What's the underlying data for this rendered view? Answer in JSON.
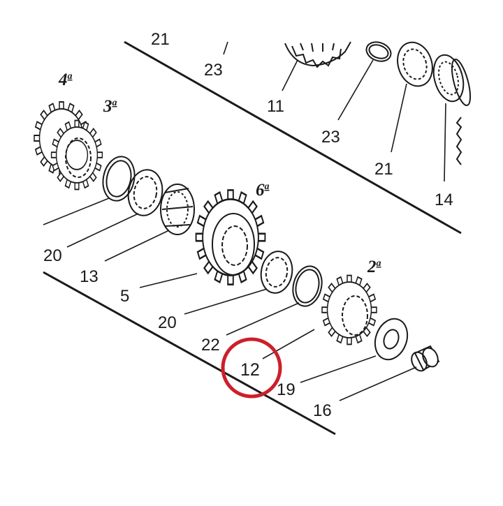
{
  "diagram": {
    "part_numbers": [
      "21",
      "23",
      "11",
      "23",
      "21",
      "14",
      "20",
      "13",
      "5",
      "20",
      "22",
      "12",
      "19",
      "16"
    ],
    "gear_labels": [
      {
        "num": "4",
        "ord": "a"
      },
      {
        "num": "3",
        "ord": "a"
      },
      {
        "num": "6",
        "ord": "a"
      },
      {
        "num": "2",
        "ord": "a"
      }
    ],
    "highlight": {
      "part": "12",
      "color": "#cc1f2a"
    },
    "colors": {
      "line": "#1a1a1a",
      "background": "#ffffff"
    }
  }
}
